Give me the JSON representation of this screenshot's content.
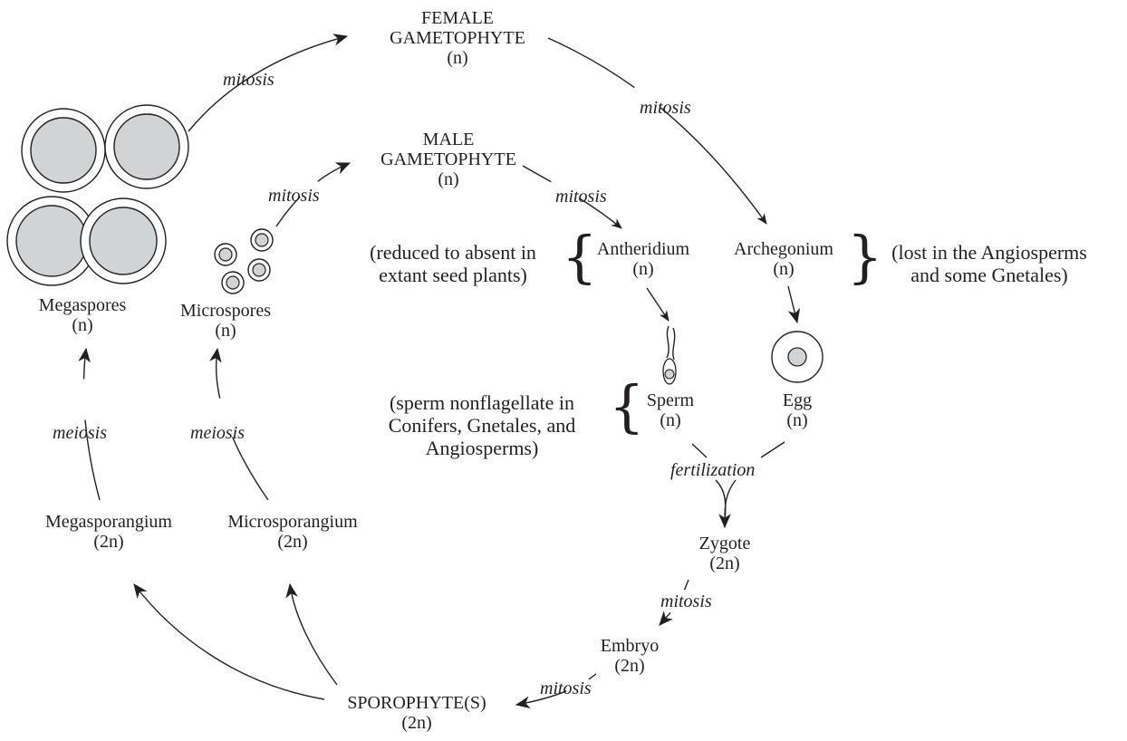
{
  "nodes": {
    "female_gametophyte": {
      "line1": "FEMALE",
      "line2": "GAMETOPHYTE",
      "ploidy": "(n)"
    },
    "male_gametophyte": {
      "line1": "MALE",
      "line2": "GAMETOPHYTE",
      "ploidy": "(n)"
    },
    "megaspores": {
      "name": "Megaspores",
      "ploidy": "(n)"
    },
    "microspores": {
      "name": "Microspores",
      "ploidy": "(n)"
    },
    "antheridium": {
      "name": "Antheridium",
      "ploidy": "(n)"
    },
    "archegonium": {
      "name": "Archegonium",
      "ploidy": "(n)"
    },
    "sperm": {
      "name": "Sperm",
      "ploidy": "(n)"
    },
    "egg": {
      "name": "Egg",
      "ploidy": "(n)"
    },
    "zygote": {
      "name": "Zygote",
      "ploidy": "(2n)"
    },
    "embryo": {
      "name": "Embryo",
      "ploidy": "(2n)"
    },
    "sporophyte": {
      "name": "SPOROPHYTE(S)",
      "ploidy": "(2n)"
    },
    "megasporangium": {
      "name": "Megasporangium",
      "ploidy": "(2n)"
    },
    "microsporangium": {
      "name": "Microsporangium",
      "ploidy": "(2n)"
    }
  },
  "processes": {
    "mitosis": "mitosis",
    "meiosis": "meiosis",
    "fertilization": "fertilization"
  },
  "notes": {
    "antheridium_note": {
      "line1": "(reduced to absent in",
      "line2": "extant seed plants)"
    },
    "archegonium_note": {
      "line1": "(lost in the Angiosperms",
      "line2": "and some Gnetales)"
    },
    "sperm_note": {
      "line1": "(sperm nonflagellate in",
      "line2": "Conifers, Gnetales, and",
      "line3": "Angiosperms)"
    }
  },
  "colors": {
    "ink": "#231f20",
    "spore_fill": "#d1d3d4"
  }
}
